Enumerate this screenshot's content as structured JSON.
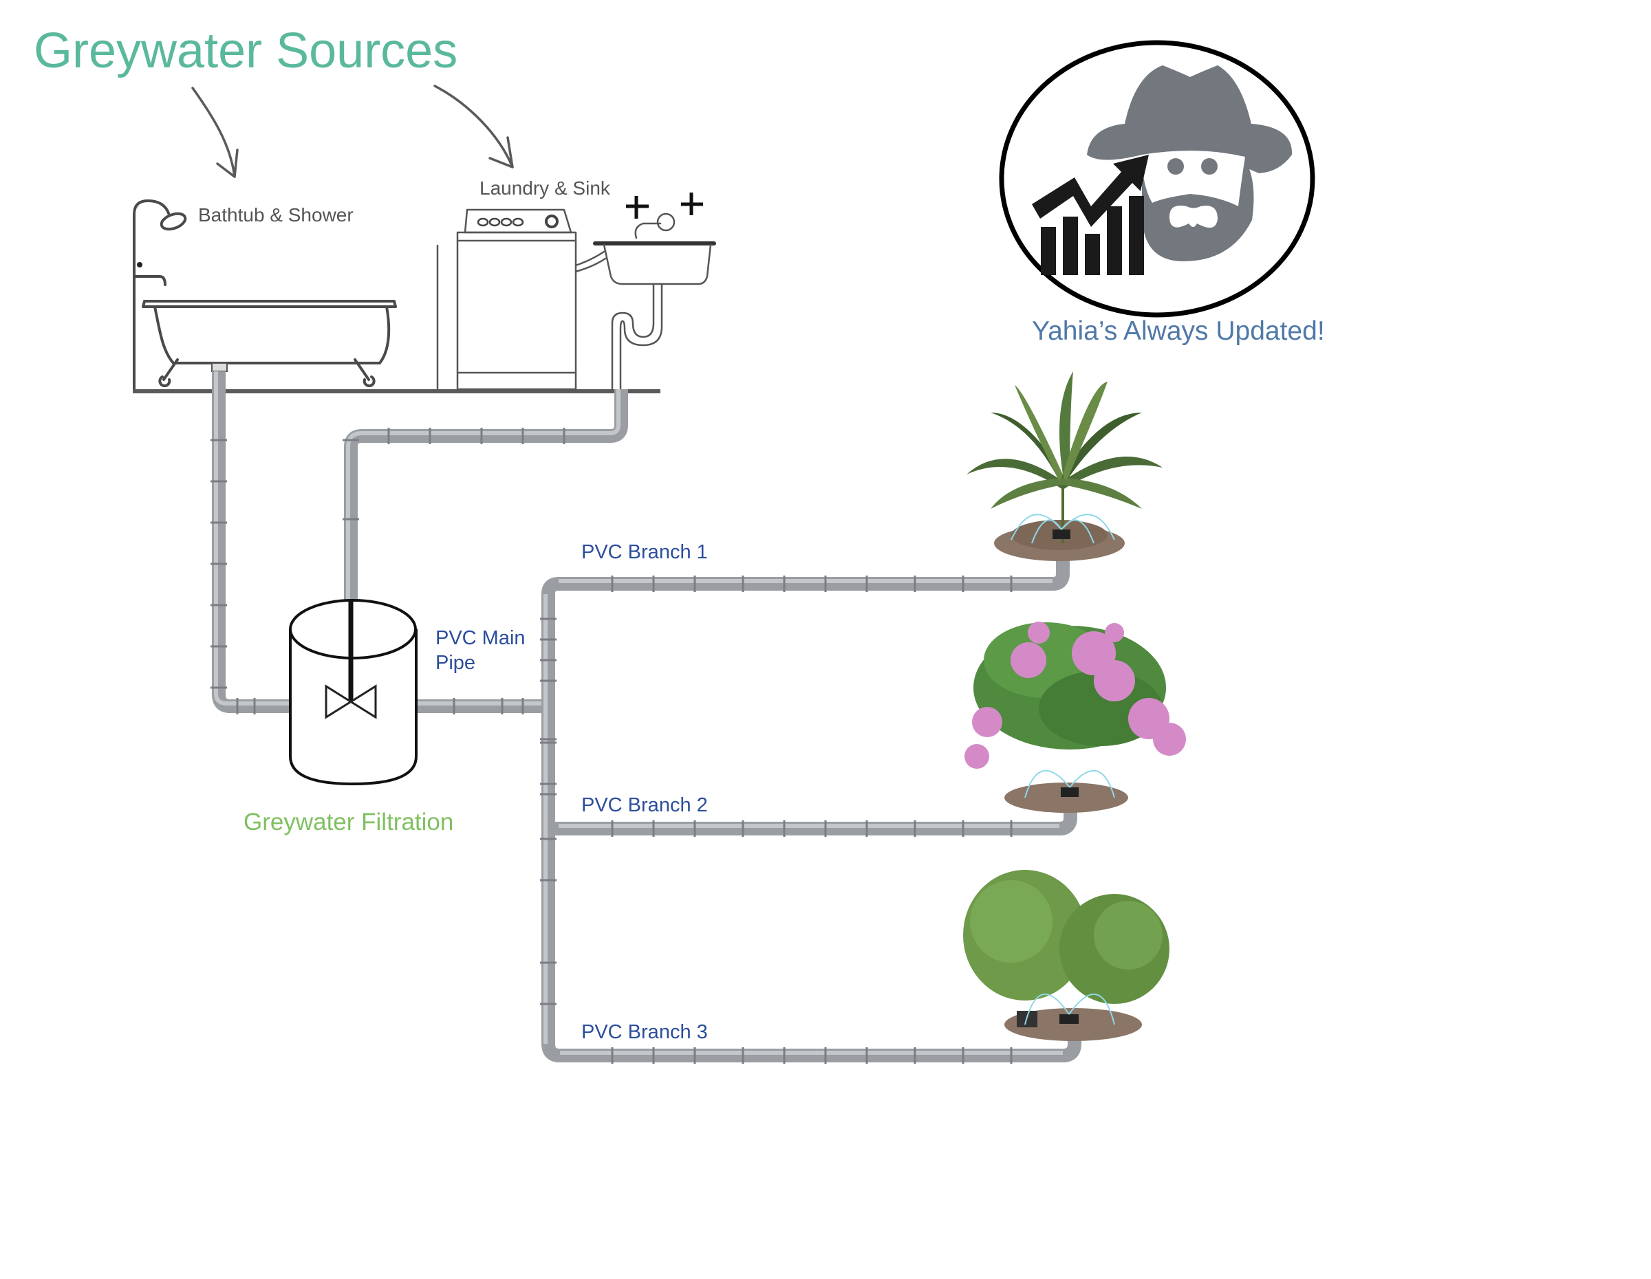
{
  "title": "Greywater Sources",
  "sources": {
    "bathtub_label": "Bathtub & Shower",
    "laundry_label": "Laundry & Sink"
  },
  "filtration": {
    "label": "Greywater Filtration",
    "main_pipe_line1": "PVC Main",
    "main_pipe_line2": "Pipe"
  },
  "branches": [
    {
      "label": "PVC Branch 1",
      "plant": "fern"
    },
    {
      "label": "PVC Branch 2",
      "plant": "hydrangea"
    },
    {
      "label": "PVC Branch 3",
      "plant": "boxwood-shrubs"
    }
  ],
  "logo": {
    "caption": "Yahia’s Always Updated!",
    "icon": "man-with-hat-and-rising-chart"
  },
  "colors": {
    "title": "#5ab89d",
    "source_labels": "#555555",
    "pvc_labels": "#2c4e9b",
    "filtration_label": "#80c060",
    "logo_caption": "#4f79a8",
    "logo_figure": "#73777e",
    "pipe": "#9a9ea3"
  }
}
